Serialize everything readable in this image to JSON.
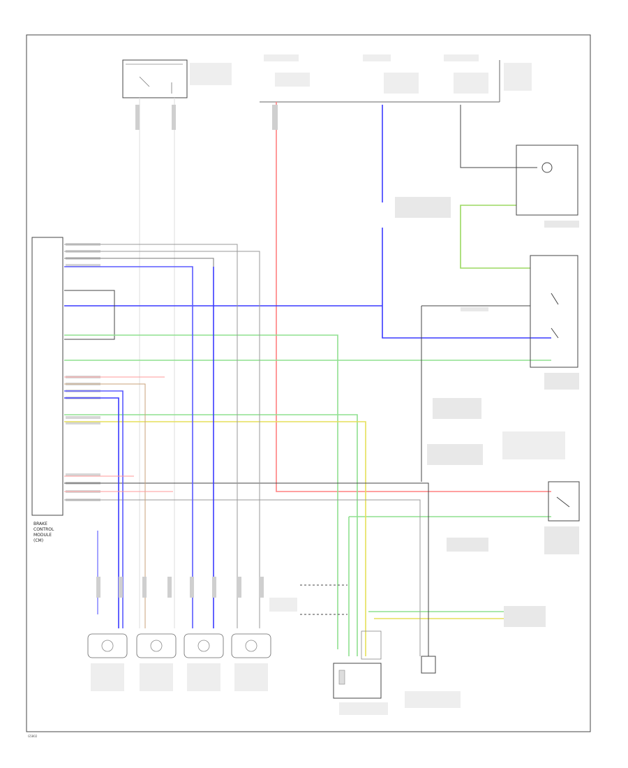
{
  "labels": {
    "module_name": [
      "BRAKE",
      "CONTROL",
      "MODULE",
      "(CM)"
    ],
    "code": "G5802"
  },
  "colors": {
    "frame": "#444444",
    "red": "#ff7f7f",
    "blue": "#3a3aff",
    "green": "#7fdc7f",
    "yellow": "#e8e05c",
    "black": "#333333",
    "gray": "#b8b8b8",
    "brown": "#c8a27a",
    "ltgreen": "#8cd35a"
  }
}
